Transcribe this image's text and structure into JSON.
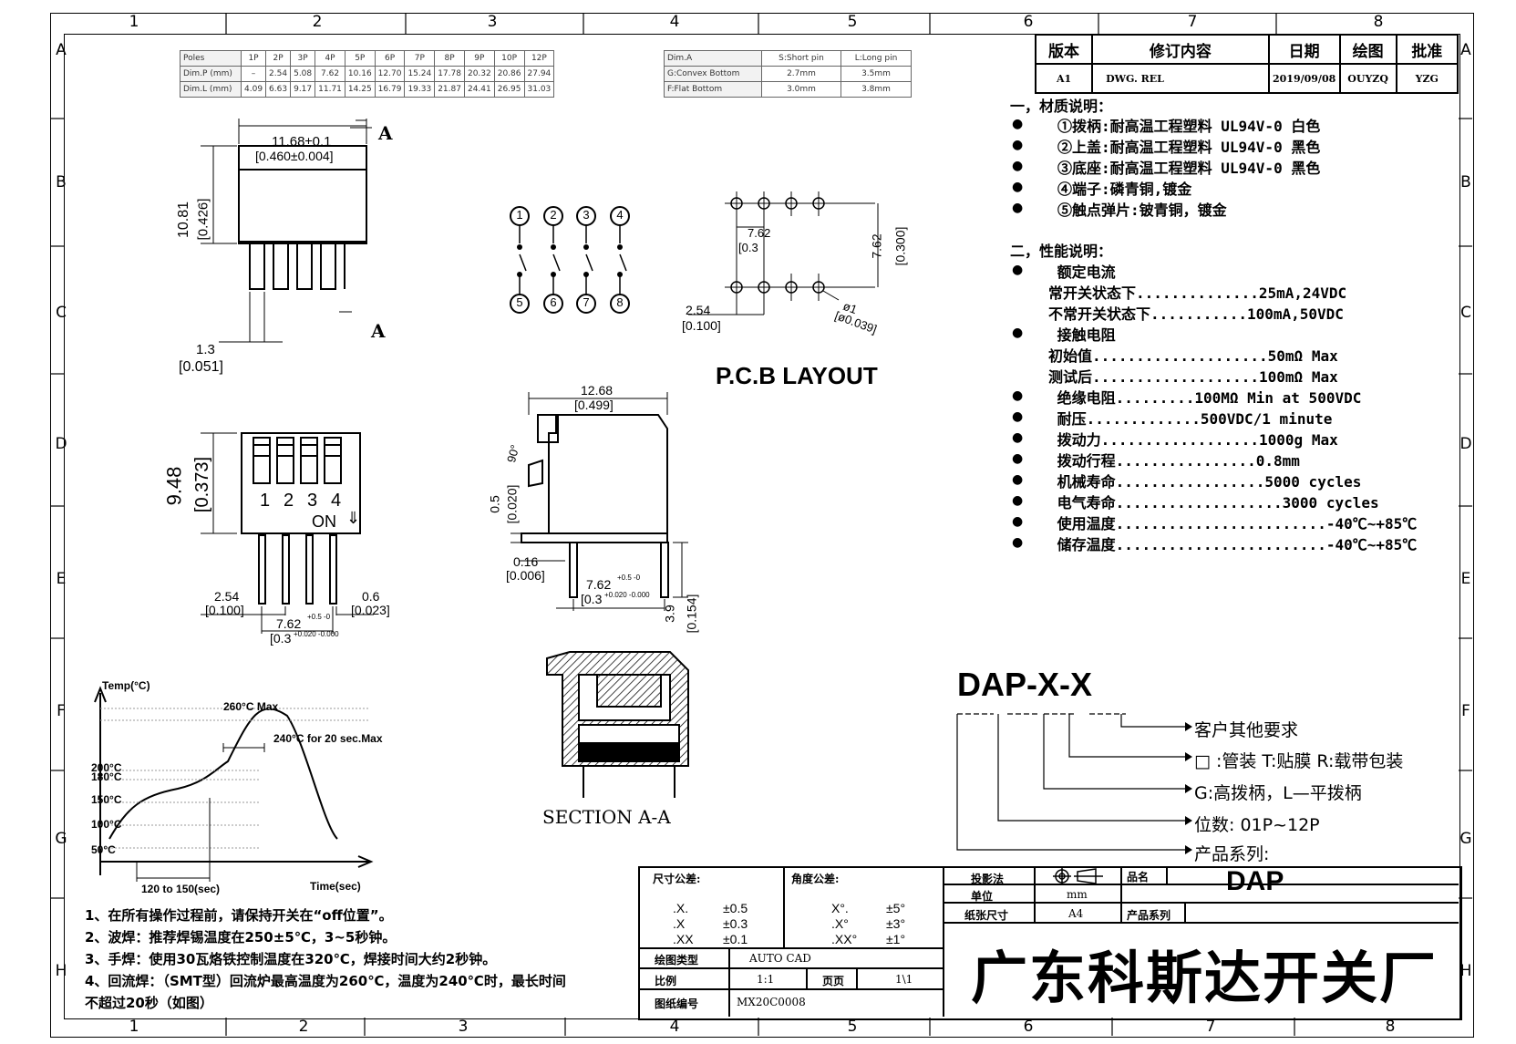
{
  "grid": {
    "columns": [
      "1",
      "2",
      "3",
      "4",
      "5",
      "6",
      "7",
      "8"
    ],
    "rows": [
      "A",
      "B",
      "C",
      "D",
      "E",
      "F",
      "G",
      "H"
    ]
  },
  "poles_table": {
    "headers": [
      "Poles",
      "1P",
      "2P",
      "3P",
      "4P",
      "5P",
      "6P",
      "7P",
      "8P",
      "9P",
      "10P",
      "12P"
    ],
    "rows": [
      [
        "Dim.P (mm)",
        "–",
        "2.54",
        "5.08",
        "7.62",
        "10.16",
        "12.70",
        "15.24",
        "17.78",
        "20.32",
        "20.86",
        "27.94"
      ],
      [
        "Dim.L (mm)",
        "4.09",
        "6.63",
        "9.17",
        "11.71",
        "14.25",
        "16.79",
        "19.33",
        "21.87",
        "24.41",
        "26.95",
        "31.03"
      ]
    ]
  },
  "pin_table": {
    "headers": [
      "Dim.A",
      "S:Short pin",
      "L:Long pin"
    ],
    "rows": [
      [
        "G:Convex Bottom",
        "2.7mm",
        "3.5mm"
      ],
      [
        "F:Flat Bottom",
        "3.0mm",
        "3.8mm"
      ]
    ]
  },
  "revision": {
    "headers": [
      "版本",
      "修订内容",
      "日期",
      "绘图",
      "批准"
    ],
    "row": [
      "A1",
      "DWG. REL",
      "2019/09/08",
      "OUYZQ",
      "YZG"
    ]
  },
  "materials": {
    "title": "一，材质说明：",
    "items": [
      "①拨柄:耐高温工程塑料 UL94V-0 白色",
      "②上盖:耐高温工程塑料 UL94V-0 黑色",
      "③底座:耐高温工程塑料 UL94V-0 黑色",
      "④端子:磷青铜,镀金",
      "⑤触点弹片:铍青铜，镀金"
    ]
  },
  "performance": {
    "title": "二，性能说明：",
    "lines": [
      {
        "bullet": true,
        "text": " 额定电流"
      },
      {
        "bullet": false,
        "text": "常开关状态下..............25mA,24VDC"
      },
      {
        "bullet": false,
        "text": "不常开关状态下...........100mA,50VDC"
      },
      {
        "bullet": true,
        "text": " 接触电阻"
      },
      {
        "bullet": false,
        "text": "初始值....................50mΩ Max"
      },
      {
        "bullet": false,
        "text": "测试后...................100mΩ Max"
      },
      {
        "bullet": true,
        "text": " 绝缘电阻.........100MΩ Min at 500VDC"
      },
      {
        "bullet": true,
        "text": " 耐压.............500VDC/1 minute"
      },
      {
        "bullet": true,
        "text": " 拨动力..................1000g Max"
      },
      {
        "bullet": true,
        "text": " 拨动行程................0.8mm"
      },
      {
        "bullet": true,
        "text": " 机械寿命.................5000 cycles"
      },
      {
        "bullet": true,
        "text": " 电气寿命...................3000 cycles"
      },
      {
        "bullet": true,
        "text": " 使用温度........................-40℃~+85℃"
      },
      {
        "bullet": true,
        "text": " 储存温度........................-40℃~+85℃"
      }
    ]
  },
  "dims": {
    "top_width": "11.68±0.1",
    "top_width_in": "[0.460±0.004]",
    "top_height": "10.81",
    "top_height_in": "[0.426]",
    "lead_w": "1.3",
    "lead_w_in": "[0.051]",
    "sec_a": "A",
    "front_height": "9.48",
    "front_height_in": "[0.373]",
    "pitch": "2.54",
    "pitch_in": "[0.100]",
    "row_pitch": "7.62",
    "row_pitch_tol": "+0.5 -0",
    "row_pitch_in": "[0.3",
    "row_pitch_in_tol": "+0.020 -0.000",
    "pin_w": "0.6",
    "pin_w_in": "[0.023]",
    "switch_numbers": [
      "1",
      "2",
      "3",
      "4"
    ],
    "on_label": "ON",
    "side_width": "12.68",
    "side_width_in": "[0.499]",
    "side_angle": "90°",
    "side_gap": "0.5",
    "side_gap_in": "[0.020]",
    "side_off": "0.16",
    "side_off_in": "[0.006]",
    "pin_len": "3.9",
    "pin_len_in": "[0.154]",
    "pcb_pitch": "2.54",
    "pcb_pitch_in": "[0.100]",
    "pcb_hole": "ø1",
    "pcb_hole_in": "[ø0.039]",
    "pcb_row": "7.62",
    "pcb_row_in": "[0.300]"
  },
  "schematic": {
    "top_pins": [
      "1",
      "2",
      "3",
      "4"
    ],
    "bottom_pins": [
      "5",
      "6",
      "7",
      "8"
    ]
  },
  "labels": {
    "pcb_layout": "P.C.B  LAYOUT",
    "section": "SECTION  A-A"
  },
  "reflow": {
    "ylabel": "Temp(°C)",
    "xlabel": "Time(sec)",
    "peak": "260°C Max",
    "hold": "240°C for 20 sec.Max",
    "levels": [
      "200°C",
      "180°C",
      "150°C",
      "100°C",
      "50°C"
    ],
    "duration": "120 to 150(sec)"
  },
  "part_code": {
    "code": "DAP-X-X",
    "items": [
      "客户其他要求",
      "□ :管装  T:贴膜   R:载带包装",
      "G:高拨柄，L—平拨柄",
      "位数: 01P~12P",
      "产品系列:"
    ]
  },
  "notes": [
    "1、在所有操作过程前，请保持开关在“off位置”。",
    "2、波焊：推荐焊锡温度在250±5℃，3~5秒钟。",
    "3、手焊：使用30瓦烙铁控制温度在320℃，焊接时间大约2秒钟。",
    "4、回流焊：（SMT型）回流炉最高温度为260℃，温度为240℃时，最长时间",
    "不超过20秒（如图）"
  ],
  "tolerance": {
    "dim_title": "尺寸公差:",
    "angle_title": "角度公差:",
    "dim": [
      [
        ".X.",
        "±0.5"
      ],
      [
        ".X",
        "±0.3"
      ],
      [
        ".XX",
        "±0.1"
      ]
    ],
    "angle": [
      [
        "X°.",
        "±5°"
      ],
      [
        ".X°",
        "±3°"
      ],
      [
        ".XX°",
        "±1°"
      ]
    ]
  },
  "title_block": {
    "projection_label": "投影法",
    "unit_label": "单位",
    "unit": "mm",
    "paper_label": "纸张尺寸",
    "paper": "A4",
    "name_label": "品名",
    "name": "DAP",
    "series_label": "产品系列",
    "software_label": "绘图类型",
    "software": "AUTO CAD",
    "scale_label": "比例",
    "scale": "1:1",
    "page_label": "页页",
    "page": "1\\1",
    "drawing_no_label": "图纸编号",
    "drawing_no": "MX20C0008",
    "company": "广东科斯达开关厂"
  }
}
